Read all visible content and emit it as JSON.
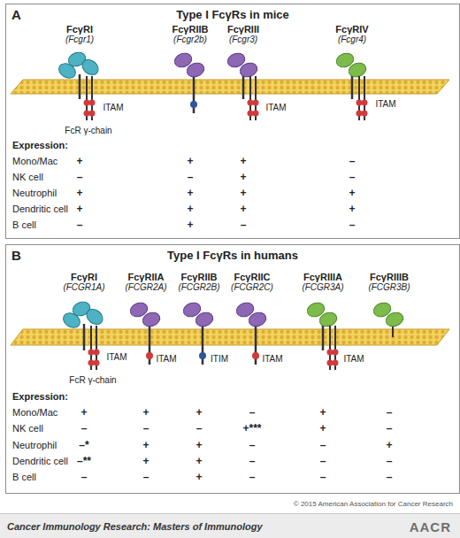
{
  "diagram": {
    "nodes": [
      {
        "text": [
          "A",
          "Type I FcγRs in mice"
        ]
      },
      {
        "text": [
          "B",
          "Type I FcγRs in humans"
        ]
      },
      {
        "text": [
          "Cancer Immunology Research: Masters of Immunology",
          "AACR"
        ]
      }
    ],
    "labels": [
      "FcγRI",
      "(Fcgr1)",
      "FcγRIIB",
      "(Fcgr2b)",
      "FcγRIII",
      "(Fcgr3)",
      "FcγRIV",
      "(Fcgr4)",
      "ITAM",
      "FcR γ-chain",
      "ITAM",
      "ITAM",
      "Expression:",
      "Mono/Mac",
      "+",
      "+",
      "+",
      "–",
      "NK cell",
      "–",
      "–",
      "+",
      "–",
      "Neutrophil",
      "+",
      "+",
      "+",
      "+",
      "Dendritic cell",
      "+",
      "+",
      "+",
      "+",
      "B cell",
      "–",
      "+",
      "–",
      "–",
      "FcγRI",
      "(FCGR1A)",
      "FcγRIIA",
      "(FCGR2A)",
      "FcγRIIB",
      "(FCGR2B)",
      "FcγRIIC",
      "(FCGR2C)",
      "FcγRIIIA",
      "(FCGR3A)",
      "FcγRIIIB",
      "(FCGR3B)",
      "ITAM",
      "FcR γ-chain",
      "ITAM",
      "ITIM",
      "ITAM",
      "ITAM",
      "Expression:",
      "Mono/Mac",
      "+",
      "+",
      "+",
      "–",
      "+",
      "–",
      "NK cell",
      "–",
      "–",
      "–",
      "+***",
      "+",
      "–",
      "Neutrophil",
      "–*",
      "+",
      "+",
      "–",
      "–",
      "+",
      "Dendritic cell",
      "–**",
      "+",
      "+",
      "–",
      "–",
      "–",
      "B cell",
      "–",
      "–",
      "+",
      "–",
      "–",
      "–",
      "© 2015 American Association for Cancer Research"
    ]
  }
}
